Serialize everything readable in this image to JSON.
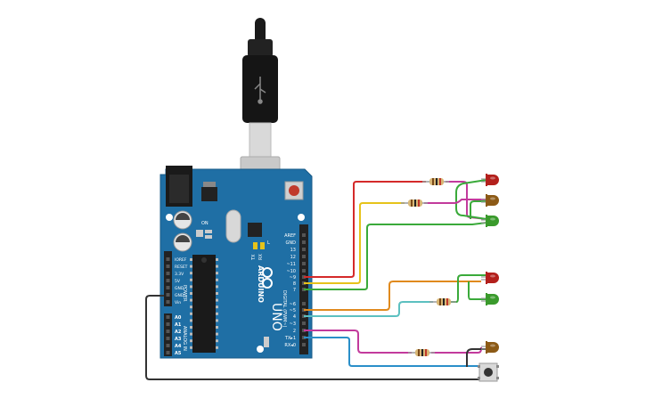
{
  "board": {
    "logo": "ARDUINO",
    "model": "UNO",
    "tx_label": "TX",
    "rx_label": "RX",
    "l_label": "L",
    "on_label": "ON",
    "digital_header_labels": [
      "AREF",
      "GND",
      "13",
      "12",
      "~11",
      "~10",
      "~9",
      "8",
      "7",
      "~6",
      "~5",
      "4",
      "~3",
      "2",
      "TX▸1",
      "RX◂0"
    ],
    "digital_title": "DIGITAL (PWM~)",
    "power_header_labels": [
      "IOREF",
      "RESET",
      "3.3V",
      "5V",
      "GND",
      "GND",
      "Vin"
    ],
    "power_title": "POWER",
    "analog_header_labels": [
      "A0",
      "A1",
      "A2",
      "A3",
      "A4",
      "A5"
    ],
    "analog_title": "ANALOG IN"
  },
  "components": {
    "leds_group1": [
      "red",
      "yellow",
      "green"
    ],
    "leds_group2": [
      "red",
      "green"
    ],
    "led_single": "yellow",
    "resistors": 4,
    "pushbutton": 1
  },
  "colors": {
    "board": "#1f6fa5",
    "board_dark": "#1a5e8e",
    "wire_red": "#d42a2a",
    "wire_yellow": "#e6c31a",
    "wire_green": "#3aaa3a",
    "wire_orange": "#e08a1e",
    "wire_cyan": "#5cc0c0",
    "wire_magenta": "#c23a9c",
    "wire_blue": "#2a8fc9",
    "wire_black": "#333333",
    "led_red": "#b3201c",
    "led_yellow": "#8c5a16",
    "led_green": "#3a9a2c"
  }
}
